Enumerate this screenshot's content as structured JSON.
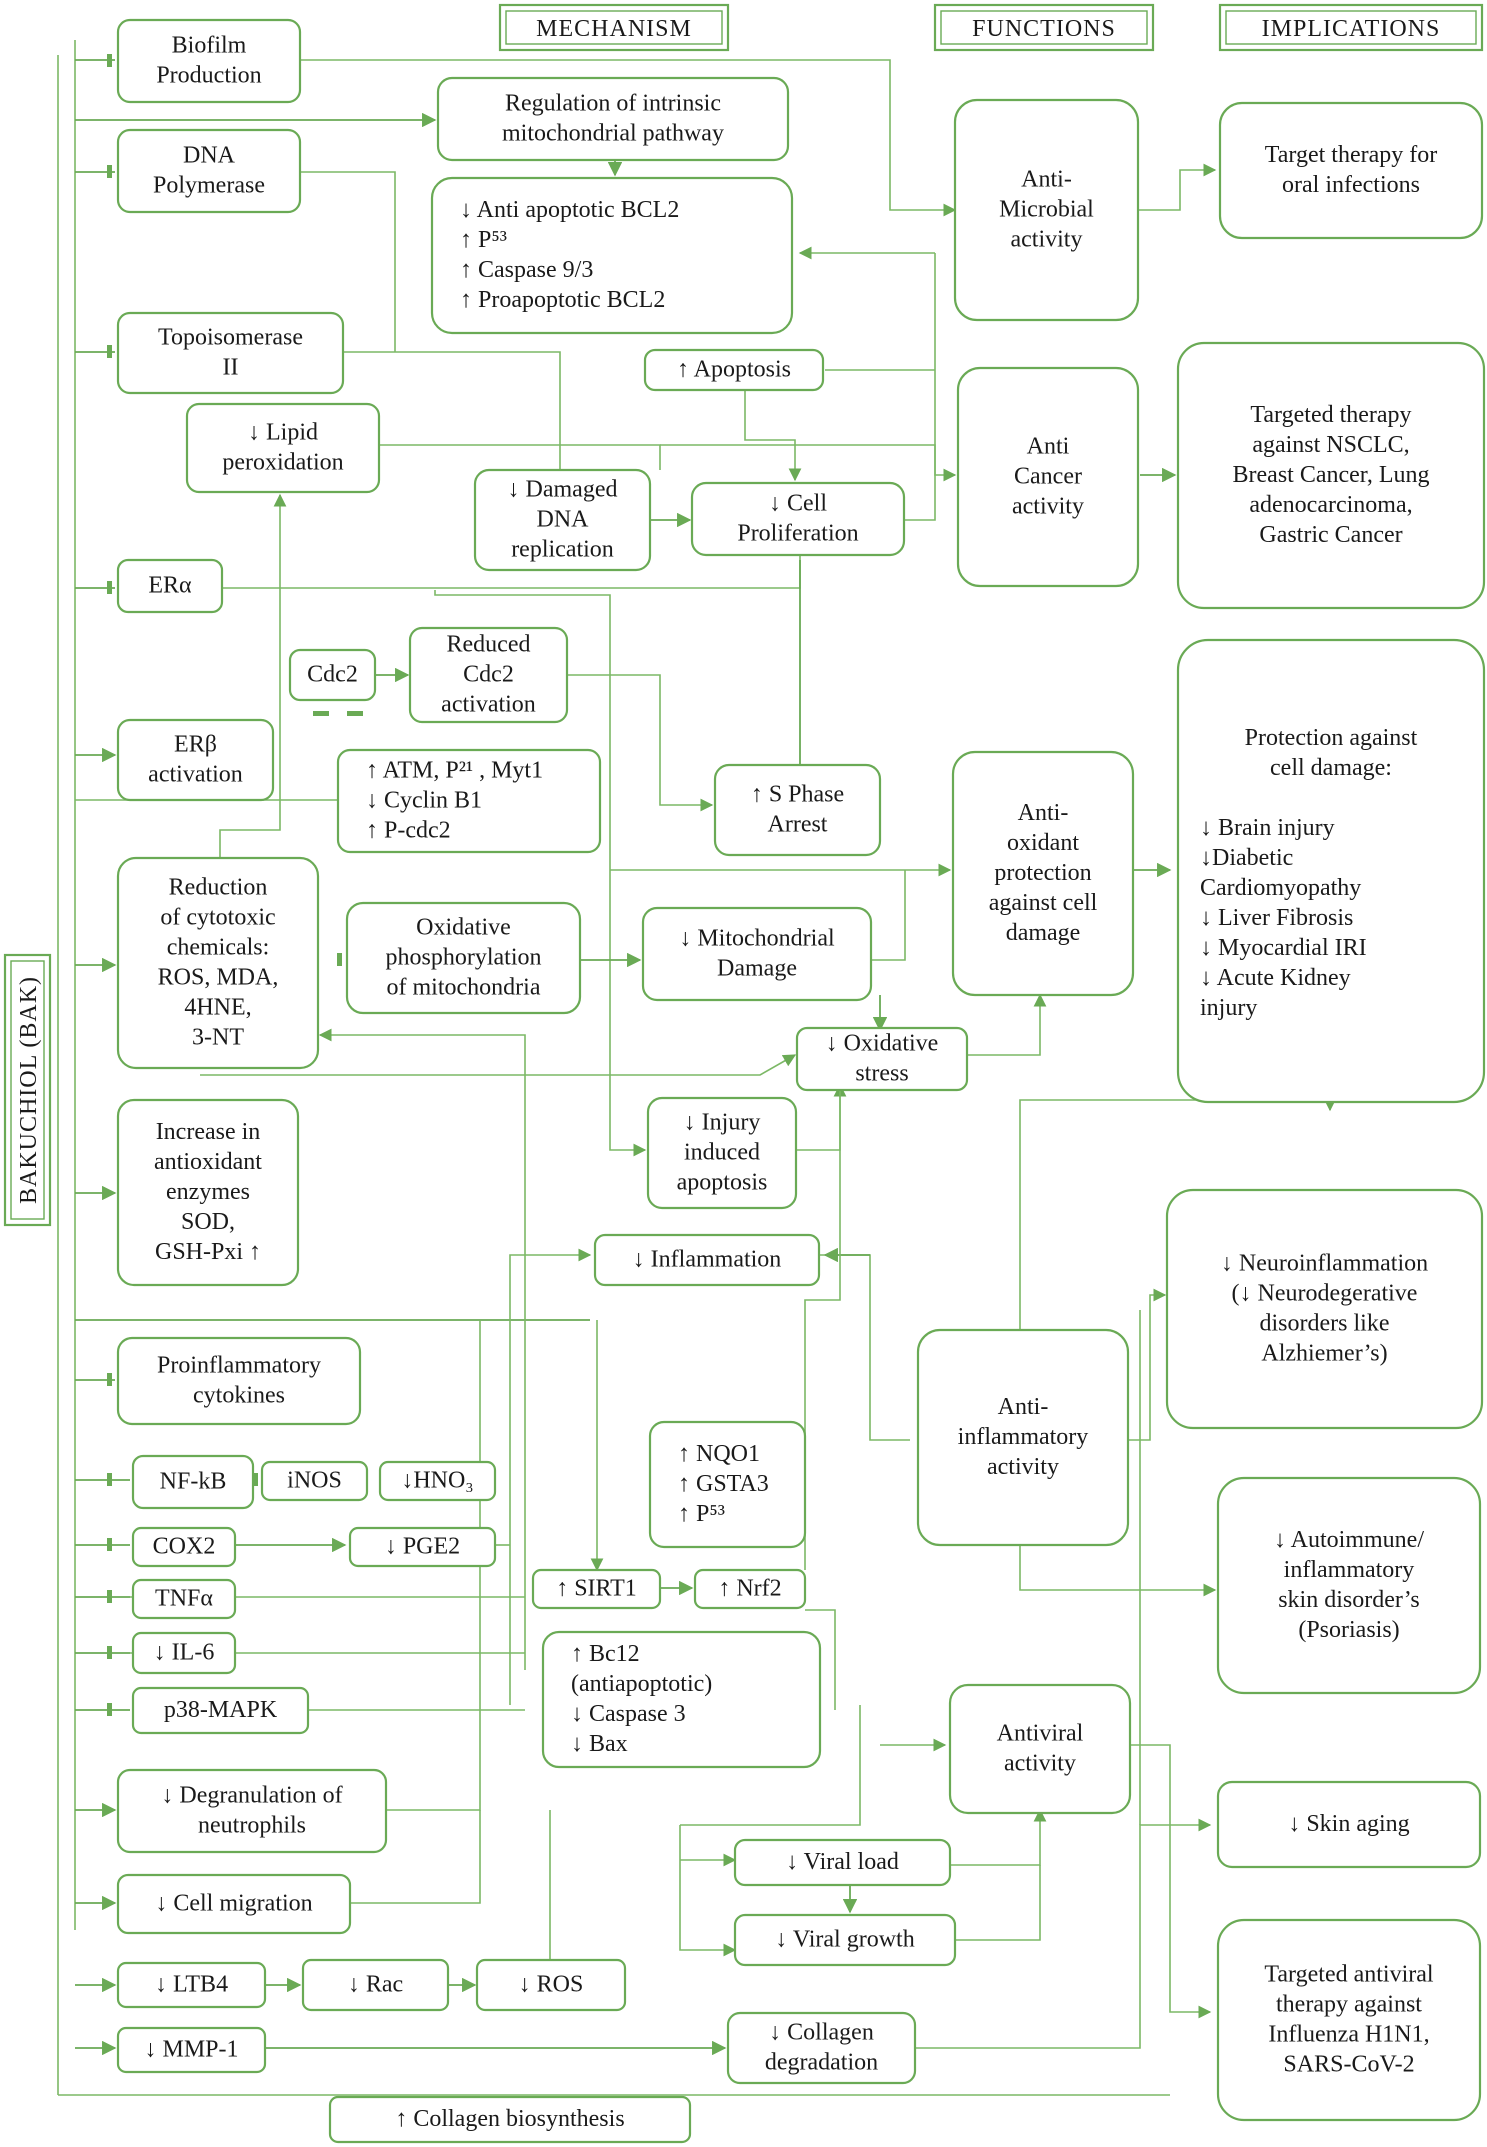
{
  "headers": {
    "mechanism": "MECHANISM",
    "functions": "FUNCTIONS",
    "implications": "IMPLICATIONS",
    "compound": "BAKUCHIOL (BAK)"
  },
  "mechanism": {
    "biofilm": [
      "Biofilm",
      "Production"
    ],
    "dna_polymerase": [
      "DNA",
      "Polymerase"
    ],
    "topoisomerase": [
      "Topoisomerase",
      "II"
    ],
    "lipid_peroxidation": [
      "↓ Lipid",
      "peroxidation"
    ],
    "er_alpha": "ERα",
    "cdc2": "Cdc2",
    "reduced_cdc2": [
      "Reduced",
      "Cdc2",
      "activation"
    ],
    "er_beta": [
      "ERβ",
      "activation"
    ],
    "atm_cyclin": [
      "↑ ATM, P²¹ , Myt1",
      "↓ Cyclin B1",
      "↑ P-cdc2"
    ],
    "cytotoxic": [
      "Reduction",
      "of cytotoxic",
      "chemicals:",
      "ROS, MDA,",
      "4HNE,",
      "3-NT"
    ],
    "oxphos": [
      "Oxidative",
      "phosphorylation",
      "of mitochondria"
    ],
    "antioxidant_enzymes": [
      "Increase in",
      "antioxidant",
      "enzymes",
      "SOD,",
      "GSH-Pxi ↑"
    ],
    "intrinsic_pathway": [
      "Regulation of intrinsic",
      "mitochondrial pathway"
    ],
    "bcl2_block": [
      "↓ Anti apoptotic BCL2",
      "↑ P⁵³",
      "↑ Caspase 9/3",
      "↑ Proapoptotic BCL2"
    ],
    "apoptosis": "↑ Apoptosis",
    "damaged_dna": [
      "↓ Damaged",
      "DNA",
      "replication"
    ],
    "cell_proliferation": [
      "↓ Cell",
      "Proliferation"
    ],
    "s_phase": [
      "↑ S Phase",
      "Arrest"
    ],
    "mito_damage": [
      "↓ Mitochondrial",
      "Damage"
    ],
    "oxidative_stress": [
      "↓ Oxidative",
      "stress"
    ],
    "injury_apoptosis": [
      "↓ Injury",
      "induced",
      "apoptosis"
    ],
    "inflammation": "↓ Inflammation",
    "proinflammatory": [
      "Proinflammatory",
      "cytokines"
    ],
    "nfkb": "NF-kB",
    "inos": "iNOS",
    "hno3": "↓HNO₃",
    "cox2": "COX2",
    "pge2": "↓ PGE2",
    "tnfa": "TNFα",
    "il6": "↓ IL-6",
    "p38": "p38-MAPK",
    "nqo1_block": [
      "↑ NQO1",
      "↑ GSTA3",
      "↑ P⁵³"
    ],
    "sirt1": "↑ SIRT1",
    "nrf2": "↑ Nrf2",
    "bcl2_anti": [
      "↑ Bc12",
      "(antiapoptotic)",
      "↓ Caspase 3",
      "↓ Bax"
    ],
    "degranulation": [
      "↓ Degranulation of",
      "neutrophils"
    ],
    "cell_migration": "↓ Cell migration",
    "viral_load": "↓ Viral load",
    "viral_growth": "↓ Viral growth",
    "ltb4": "↓ LTB4",
    "rac": "↓ Rac",
    "ros": "↓ ROS",
    "mmp1": "↓ MMP-1",
    "collagen_deg": [
      "↓ Collagen",
      "degradation"
    ],
    "collagen_bio": "↑ Collagen biosynthesis"
  },
  "functions": {
    "antimicrobial": [
      "Anti-",
      "Microbial",
      "activity"
    ],
    "anticancer": [
      "Anti",
      "Cancer",
      "activity"
    ],
    "antioxidant": [
      "Anti-",
      "oxidant",
      "protection",
      "against cell",
      "damage"
    ],
    "antiinflammatory": [
      "Anti-",
      "inflammatory",
      "activity"
    ],
    "antiviral": [
      "Antiviral",
      "activity"
    ]
  },
  "implications": {
    "oral": [
      "Target therapy for",
      "oral infections"
    ],
    "cancer": [
      "Targeted therapy",
      "against NSCLC,",
      "Breast Cancer, Lung",
      "adenocarcinoma,",
      "Gastric Cancer"
    ],
    "protection_title": [
      "Protection against",
      "cell damage:"
    ],
    "protection_list": [
      "↓ Brain injury",
      "↓Diabetic",
      "Cardiomyopathy",
      "↓ Liver Fibrosis",
      "↓ Myocardial IRI",
      "↓ Acute Kidney",
      "injury"
    ],
    "neuro": [
      "↓ Neuroinflammation",
      "(↓ Neurodegerative",
      "disorders like",
      "Alzhiemer’s)"
    ],
    "skin_disorder": [
      "↓ Autoimmune/",
      "inflammatory",
      "skin disorder’s",
      "(Psoriasis)"
    ],
    "skin_aging": "↓ Skin aging",
    "antiviral_therapy": [
      "Targeted antiviral",
      "therapy against",
      "Influenza H1N1,",
      "SARS-CoV-2"
    ]
  }
}
